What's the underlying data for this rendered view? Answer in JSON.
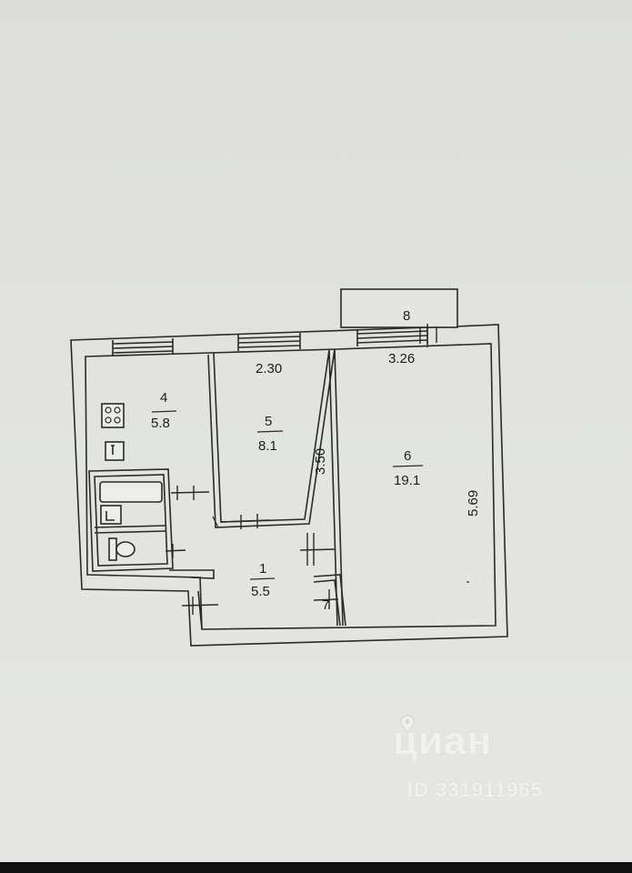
{
  "rooms": [
    {
      "number": "1",
      "area": "5.5"
    },
    {
      "number": "4",
      "area": "5.8"
    },
    {
      "number": "5",
      "area": "8.1"
    },
    {
      "number": "6",
      "area": "19.1"
    },
    {
      "number": "7",
      "area": ""
    },
    {
      "number": "8",
      "area": ""
    }
  ],
  "dimensions": {
    "room5_width": "2.30",
    "room5_depth": "3.50",
    "room6_width": "3.26",
    "room6_depth": "5.69"
  },
  "watermark": {
    "brand": "циан",
    "listing_id": "ID 331911965",
    "icon": "location-pin-icon"
  },
  "colors": {
    "paper": "#e2e3e0",
    "wall": "#2a2a2a",
    "watermark": "#ffffff"
  }
}
